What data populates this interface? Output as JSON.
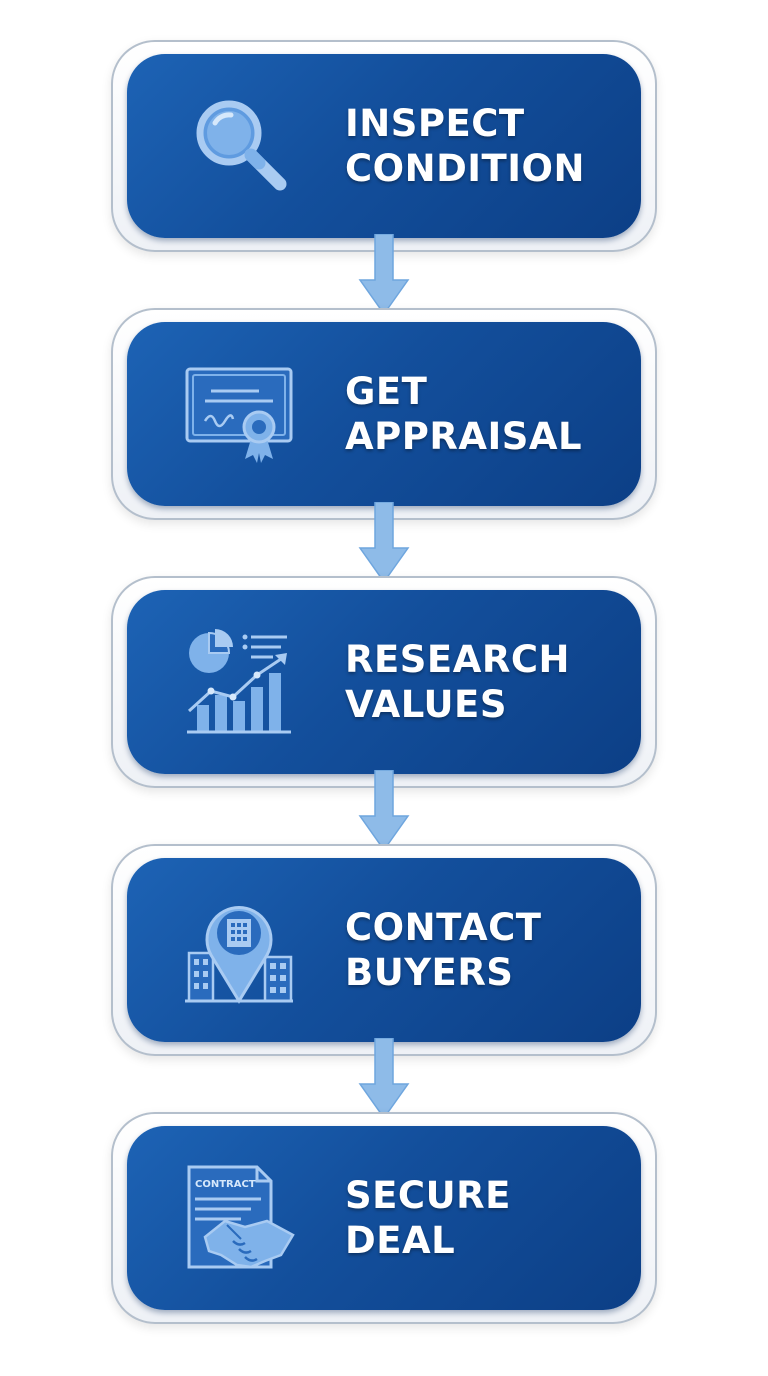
{
  "steps": [
    {
      "line1": "INSPECT",
      "line2": "CONDITION",
      "icon": "magnifier-icon"
    },
    {
      "line1": "GET",
      "line2": "APPRAISAL",
      "icon": "certificate-icon"
    },
    {
      "line1": "RESEARCH",
      "line2": "VALUES",
      "icon": "analytics-chart-icon"
    },
    {
      "line1": "CONTACT",
      "line2": "BUYERS",
      "icon": "location-pin-buildings-icon"
    },
    {
      "line1": "SECURE",
      "line2": "DEAL",
      "icon": "contract-handshake-icon"
    }
  ],
  "contract_doc_text": "CONTRACT",
  "colors": {
    "card_gradient": [
      "#1d63b5",
      "#0c3f86"
    ],
    "icon_fill": "#7fb2ea",
    "icon_stroke": "#a9cbf2",
    "arrow": "#8ebbe8",
    "frame_border": "#b4bfcc"
  }
}
